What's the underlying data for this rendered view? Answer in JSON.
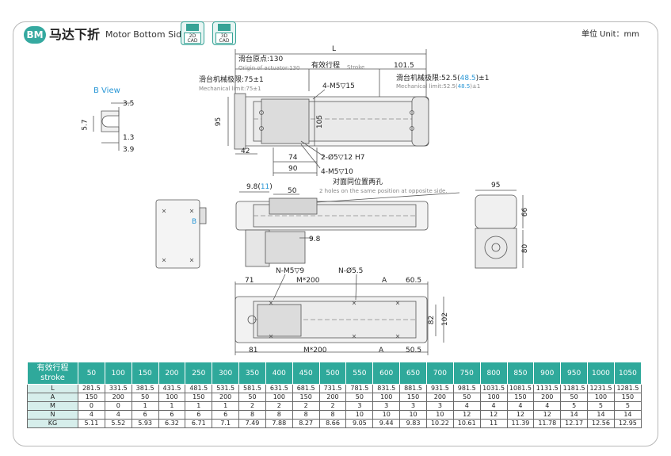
{
  "header": {
    "badge": "BM",
    "title": "马达下折",
    "subtitle": "Motor Bottom Side",
    "cad2d": "2D CAD",
    "cad3d": "3D CAD",
    "unit": "单位 Unit：mm"
  },
  "labels": {
    "b_view": "B View",
    "L": "L",
    "origin_cn": "滑台原点:130",
    "origin_en": "Origin of actuator:130",
    "stroke_cn": "有效行程",
    "stroke_en": "Stroke",
    "d101_5": "101.5",
    "mech_left_cn": "滑台机械极限:75±1",
    "mech_left_en": "Mechanical limit:75±1",
    "mech_right_cn_pre": "滑台机械极限:52.5(",
    "mech_right_cn_hl": "48.5",
    "mech_right_cn_post": ")±1",
    "mech_right_en_pre": "Mechanical limit:52.5(",
    "mech_right_en_hl": "48.5",
    "mech_right_en_post": ")±1",
    "m5_15": "4-M5▽15",
    "d95": "95",
    "d105": "105",
    "d42": "42",
    "d74": "74",
    "d90": "90",
    "hole_2": "2-Ø5▽12 H7",
    "m5_10": "4-M5▽10",
    "d3_5": "3.5",
    "d5_7": "5.7",
    "d1_3": "1.3",
    "d3_9": "3.9",
    "d9_8_pre": "9.8(",
    "d9_8_hl": "11",
    "d9_8_post": ")",
    "d50": "50",
    "opp_cn": "对面同位置两孔",
    "opp_en": "2 holes on the same position at opposite side.",
    "d9_8b": "9.8",
    "b_mark": "B",
    "d95r": "95",
    "d66": "66",
    "d80": "80",
    "d71": "71",
    "nm5": "N-M5▽9",
    "m200a": "M*200",
    "n5_5": "N-Ø5.5",
    "A1": "A",
    "d60_5": "60.5",
    "d82": "82",
    "d102": "102",
    "d81": "81",
    "m200b": "M*200",
    "A2": "A",
    "d50_5": "50.5"
  },
  "table": {
    "header_cn": "有效行程",
    "header_en": "stroke",
    "strokes": [
      "50",
      "100",
      "150",
      "200",
      "250",
      "300",
      "350",
      "400",
      "450",
      "500",
      "550",
      "600",
      "650",
      "700",
      "750",
      "800",
      "850",
      "900",
      "950",
      "1000",
      "1050"
    ],
    "rows": [
      {
        "label": "L",
        "values": [
          "281.5",
          "331.5",
          "381.5",
          "431.5",
          "481.5",
          "531.5",
          "581.5",
          "631.5",
          "681.5",
          "731.5",
          "781.5",
          "831.5",
          "881.5",
          "931.5",
          "981.5",
          "1031.5",
          "1081.5",
          "1131.5",
          "1181.5",
          "1231.5",
          "1281.5"
        ]
      },
      {
        "label": "A",
        "values": [
          "150",
          "200",
          "50",
          "100",
          "150",
          "200",
          "50",
          "100",
          "150",
          "200",
          "50",
          "100",
          "150",
          "200",
          "50",
          "100",
          "150",
          "200",
          "50",
          "100",
          "150"
        ]
      },
      {
        "label": "M",
        "values": [
          "0",
          "0",
          "1",
          "1",
          "1",
          "1",
          "2",
          "2",
          "2",
          "2",
          "3",
          "3",
          "3",
          "3",
          "4",
          "4",
          "4",
          "4",
          "5",
          "5",
          "5"
        ]
      },
      {
        "label": "N",
        "values": [
          "4",
          "4",
          "6",
          "6",
          "6",
          "6",
          "8",
          "8",
          "8",
          "8",
          "10",
          "10",
          "10",
          "10",
          "12",
          "12",
          "12",
          "12",
          "14",
          "14",
          "14"
        ]
      },
      {
        "label": "KG",
        "values": [
          "5.11",
          "5.52",
          "5.93",
          "6.32",
          "6.71",
          "7.1",
          "7.49",
          "7.88",
          "8.27",
          "8.66",
          "9.05",
          "9.44",
          "9.83",
          "10.22",
          "10.61",
          "11",
          "11.39",
          "11.78",
          "12.17",
          "12.56",
          "12.95"
        ]
      }
    ]
  }
}
